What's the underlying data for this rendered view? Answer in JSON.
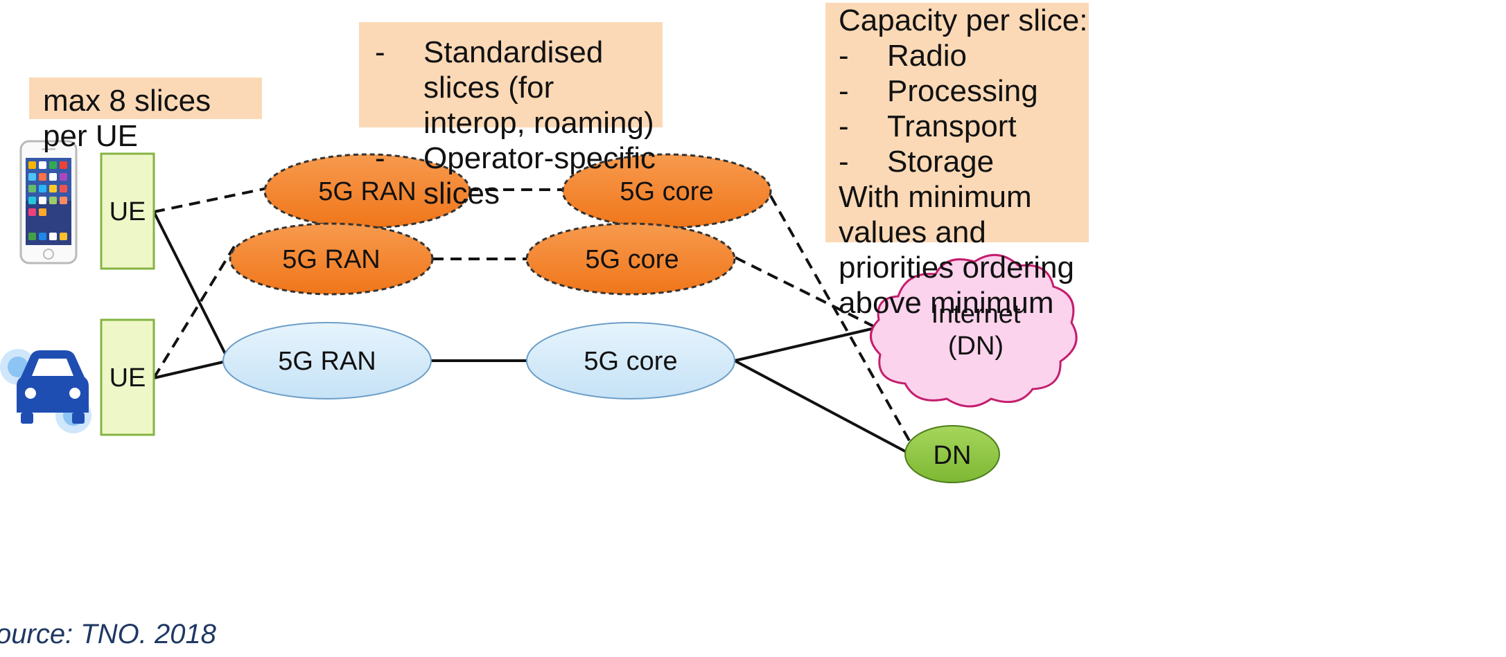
{
  "notes": {
    "ue_limit": "max 8 slices per UE",
    "slice_types": [
      "Standardised slices (for interop, roaming)",
      "Operator-specific slices"
    ],
    "capacity_title": "Capacity per slice:",
    "capacity_items": [
      "Radio",
      "Processing",
      "Transport",
      "Storage"
    ],
    "capacity_footer": "With minimum values and priorities ordering above minimum"
  },
  "nodes": {
    "ue_phone": "UE",
    "ue_car": "UE",
    "ran_slice_1": "5G RAN",
    "ran_slice_2": "5G RAN",
    "ran_default": "5G RAN",
    "core_slice_1": "5G core",
    "core_slice_2": "5G core",
    "core_default": "5G core",
    "internet": "Internet",
    "internet_sub": "(DN)",
    "dn": "DN"
  },
  "source": "ource: TNO. 2018",
  "colors": {
    "slice_fill": "#f5831f",
    "default_fill": "#d6ecfa",
    "ue_fill": "#eef7c8",
    "internet_fill": "#fbd3ec",
    "dn_fill": "#8cc63f",
    "note_fill": "#fbd9b6"
  },
  "icons": [
    "smartphone-icon",
    "car-icon"
  ]
}
